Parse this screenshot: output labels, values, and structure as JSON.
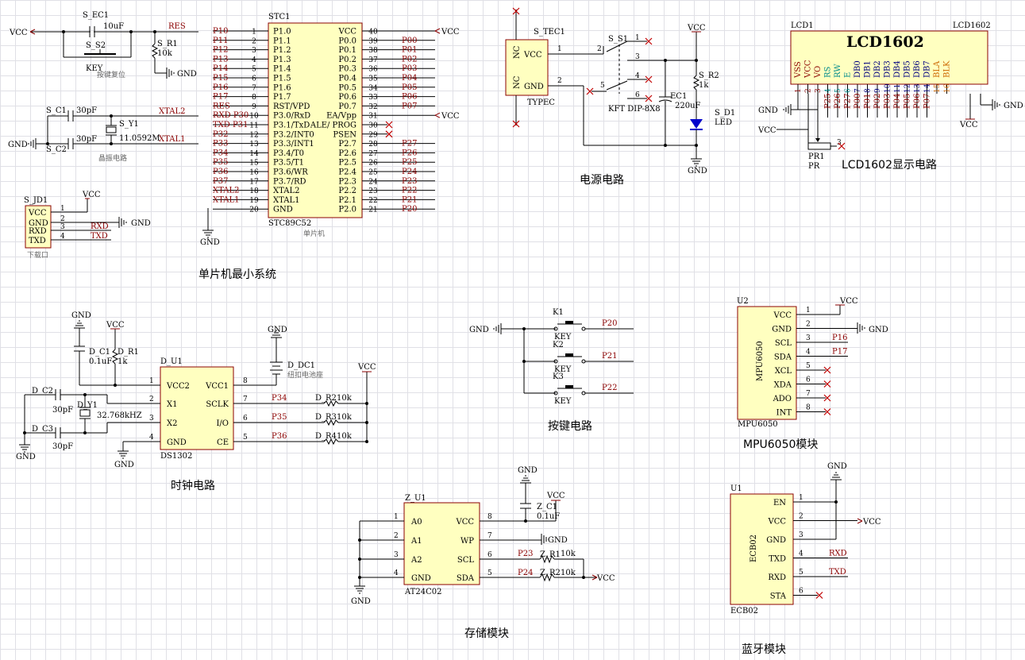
{
  "sections": {
    "mcu": "单片机最小系统",
    "power": "电源电路",
    "lcd": "LCD1602显示电路",
    "clock": "时钟电路",
    "keys": "按键电路",
    "mpu": "MPU6050模块",
    "storage": "存储模块",
    "bt": "蓝牙模块"
  },
  "notes": {
    "reset": "按键复位",
    "crystal": "晶振电路",
    "mcu": "单片机",
    "download": "下载口",
    "battery": "纽扣电池座"
  },
  "power": {
    "vcc": "VCC",
    "gnd": "GND"
  },
  "reset": {
    "ec1": "S_EC1",
    "ec1v": "10uF",
    "s2": "S_S2",
    "key": "KEY",
    "r1": "S_R1",
    "r1v": "10k",
    "res": "RES"
  },
  "crystal": {
    "c1": "S_C1",
    "c1v": "30pF",
    "c2": "S_C2",
    "c2v": "30pF",
    "y1": "S_Y1",
    "y1v": "11.0592M",
    "x2": "XTAL2",
    "x1": "XTAL1"
  },
  "jd1": {
    "des": "S_JD1",
    "pins": [
      "VCC",
      "GND",
      "RXD",
      "TXD"
    ],
    "nums": [
      "1",
      "2",
      "3",
      "4"
    ],
    "rxd": "RXD",
    "txd": "TXD"
  },
  "mcu": {
    "des": "STC1",
    "part": "STC89C52",
    "left": [
      {
        "n": "1",
        "name": "P1.0",
        "net": "P10"
      },
      {
        "n": "2",
        "name": "P1.1",
        "net": "P11"
      },
      {
        "n": "3",
        "name": "P1.2",
        "net": "P12"
      },
      {
        "n": "4",
        "name": "P1.3",
        "net": "P13"
      },
      {
        "n": "5",
        "name": "P1.4",
        "net": "P14"
      },
      {
        "n": "6",
        "name": "P1.5",
        "net": "P15"
      },
      {
        "n": "7",
        "name": "P1.6",
        "net": "P16"
      },
      {
        "n": "8",
        "name": "P1.7",
        "net": "P17"
      },
      {
        "n": "9",
        "name": "RST/VPD",
        "net": "RES"
      },
      {
        "n": "10",
        "name": "P3.0/RxD",
        "net": "RXD P30"
      },
      {
        "n": "11",
        "name": "P3.1/TxD",
        "net": "TXD P31"
      },
      {
        "n": "12",
        "name": "P3.2/INT0",
        "net": "P32"
      },
      {
        "n": "13",
        "name": "P3.3/INT1",
        "net": "P33"
      },
      {
        "n": "14",
        "name": "P3.4/T0",
        "net": "P34"
      },
      {
        "n": "15",
        "name": "P3.5/T1",
        "net": "P35"
      },
      {
        "n": "16",
        "name": "P3.6/WR",
        "net": "P36"
      },
      {
        "n": "17",
        "name": "P3.7/RD",
        "net": "P37"
      },
      {
        "n": "18",
        "name": "XTAL2",
        "net": "XTAL2"
      },
      {
        "n": "19",
        "name": "XTAL1",
        "net": "XTAL1"
      },
      {
        "n": "20",
        "name": "GND",
        "net": ""
      }
    ],
    "right": [
      {
        "n": "40",
        "name": "VCC",
        "net": "VCC"
      },
      {
        "n": "39",
        "name": "P0.0",
        "net": "P00"
      },
      {
        "n": "38",
        "name": "P0.1",
        "net": "P01"
      },
      {
        "n": "37",
        "name": "P0.2",
        "net": "P02"
      },
      {
        "n": "36",
        "name": "P0.3",
        "net": "P03"
      },
      {
        "n": "35",
        "name": "P0.4",
        "net": "P04"
      },
      {
        "n": "34",
        "name": "P0.5",
        "net": "P05"
      },
      {
        "n": "33",
        "name": "P0.6",
        "net": "P06"
      },
      {
        "n": "32",
        "name": "P0.7",
        "net": "P07"
      },
      {
        "n": "31",
        "name": "EA/Vpp",
        "net": "VCC"
      },
      {
        "n": "30",
        "name": "ALE/ PROG",
        "net": ""
      },
      {
        "n": "29",
        "name": "PSEN",
        "net": ""
      },
      {
        "n": "28",
        "name": "P2.7",
        "net": "P27"
      },
      {
        "n": "27",
        "name": "P2.6",
        "net": "P26"
      },
      {
        "n": "26",
        "name": "P2.5",
        "net": "P25"
      },
      {
        "n": "25",
        "name": "P2.4",
        "net": "P24"
      },
      {
        "n": "24",
        "name": "P2.3",
        "net": "P23"
      },
      {
        "n": "23",
        "name": "P2.2",
        "net": "P22"
      },
      {
        "n": "22",
        "name": "P2.1",
        "net": "P21"
      },
      {
        "n": "21",
        "name": "P2.0",
        "net": "P20"
      }
    ]
  },
  "psu": {
    "tec": "S_TEC1",
    "nc": "NC",
    "vcc": "VCC",
    "gnd": "GND",
    "typec": "TYPEC",
    "s1": "S_S1",
    "sw": "KFT DIP-8X8",
    "ec1": "EC1",
    "ec1v": "220uF",
    "r2": "S_R2",
    "r2v": "1k",
    "d1": "S_D1",
    "led": "LED",
    "pins": [
      "1",
      "2",
      "2",
      "1",
      "3",
      "4",
      "5",
      "6"
    ]
  },
  "lcd": {
    "des": "LCD1",
    "part": "LCD1602",
    "title": "LCD1602",
    "pins": [
      "VSS",
      "VCC",
      "VO",
      "RS",
      "RW",
      "E",
      "DB0",
      "DB1",
      "DB2",
      "DB3",
      "DB4",
      "DB5",
      "DB6",
      "DB7",
      "BLA",
      "BLK"
    ],
    "nums": [
      "1",
      "2",
      "3",
      "4",
      "5",
      "6",
      "7",
      "8",
      "9",
      "10",
      "11",
      "12",
      "13",
      "14",
      "15",
      "16"
    ],
    "nets": [
      "",
      "",
      "",
      "P25",
      "P26",
      "P27",
      "P00",
      "P01",
      "P02",
      "P03",
      "P04",
      "P05",
      "P06",
      "P07",
      "",
      ""
    ],
    "pr": "PR1",
    "prl": "PR",
    "p3": "3"
  },
  "rtc": {
    "des": "D_U1",
    "part": "DS1302",
    "left": [
      {
        "n": "1",
        "name": "VCC2"
      },
      {
        "n": "2",
        "name": "X1"
      },
      {
        "n": "3",
        "name": "X2"
      },
      {
        "n": "4",
        "name": "GND"
      }
    ],
    "right": [
      {
        "n": "8",
        "name": "VCC1"
      },
      {
        "n": "7",
        "name": "SCLK"
      },
      {
        "n": "6",
        "name": "I/O"
      },
      {
        "n": "5",
        "name": "CE"
      }
    ],
    "nets": [
      "P34",
      "P35",
      "P36"
    ],
    "rs": [
      "D_R2",
      "D_R3",
      "D_R4"
    ],
    "rv": "10k",
    "c1": "D_C1",
    "c1v": "0.1uF",
    "r1": "D_R1",
    "r1v": "1k",
    "c2": "D_C2",
    "c2v": "30pF",
    "c3": "D_C3",
    "c3v": "30pF",
    "y1": "D_Y1",
    "y1v": "32.768kHZ",
    "dc1": "D_DC1"
  },
  "keys": {
    "items": [
      {
        "des": "K1",
        "net": "P20"
      },
      {
        "des": "K2",
        "net": "P21"
      },
      {
        "des": "K3",
        "net": "P22"
      }
    ],
    "key": "KEY",
    "one": "1"
  },
  "mpu": {
    "des": "U2",
    "part": "MPU6050",
    "body": "MPU6050",
    "pins": [
      {
        "n": "1",
        "name": "VCC"
      },
      {
        "n": "2",
        "name": "GND"
      },
      {
        "n": "3",
        "name": "SCL"
      },
      {
        "n": "4",
        "name": "SDA"
      },
      {
        "n": "5",
        "name": "XCL"
      },
      {
        "n": "6",
        "name": "XDA"
      },
      {
        "n": "7",
        "name": "ADO"
      },
      {
        "n": "8",
        "name": "INT"
      }
    ],
    "scl": "P16",
    "sda": "P17"
  },
  "eeprom": {
    "des": "Z_U1",
    "part": "AT24C02",
    "left": [
      {
        "n": "1",
        "name": "A0"
      },
      {
        "n": "2",
        "name": "A1"
      },
      {
        "n": "3",
        "name": "A2"
      },
      {
        "n": "4",
        "name": "GND"
      }
    ],
    "right": [
      {
        "n": "8",
        "name": "VCC"
      },
      {
        "n": "7",
        "name": "WP"
      },
      {
        "n": "6",
        "name": "SCL"
      },
      {
        "n": "5",
        "name": "SDA"
      }
    ],
    "c1": "Z_C1",
    "c1v": "0.1uF",
    "r1": "Z_R1",
    "r2": "Z_R2",
    "rv": "10k",
    "scl": "P23",
    "sda": "P24"
  },
  "bt": {
    "des": "U1",
    "part": "ECB02",
    "body": "ECB02",
    "pins": [
      {
        "n": "1",
        "name": "EN"
      },
      {
        "n": "2",
        "name": "VCC"
      },
      {
        "n": "3",
        "name": "GND"
      },
      {
        "n": "4",
        "name": "TXD"
      },
      {
        "n": "5",
        "name": "RXD"
      },
      {
        "n": "6",
        "name": "STA"
      }
    ],
    "txd": "RXD",
    "rxd": "TXD"
  }
}
